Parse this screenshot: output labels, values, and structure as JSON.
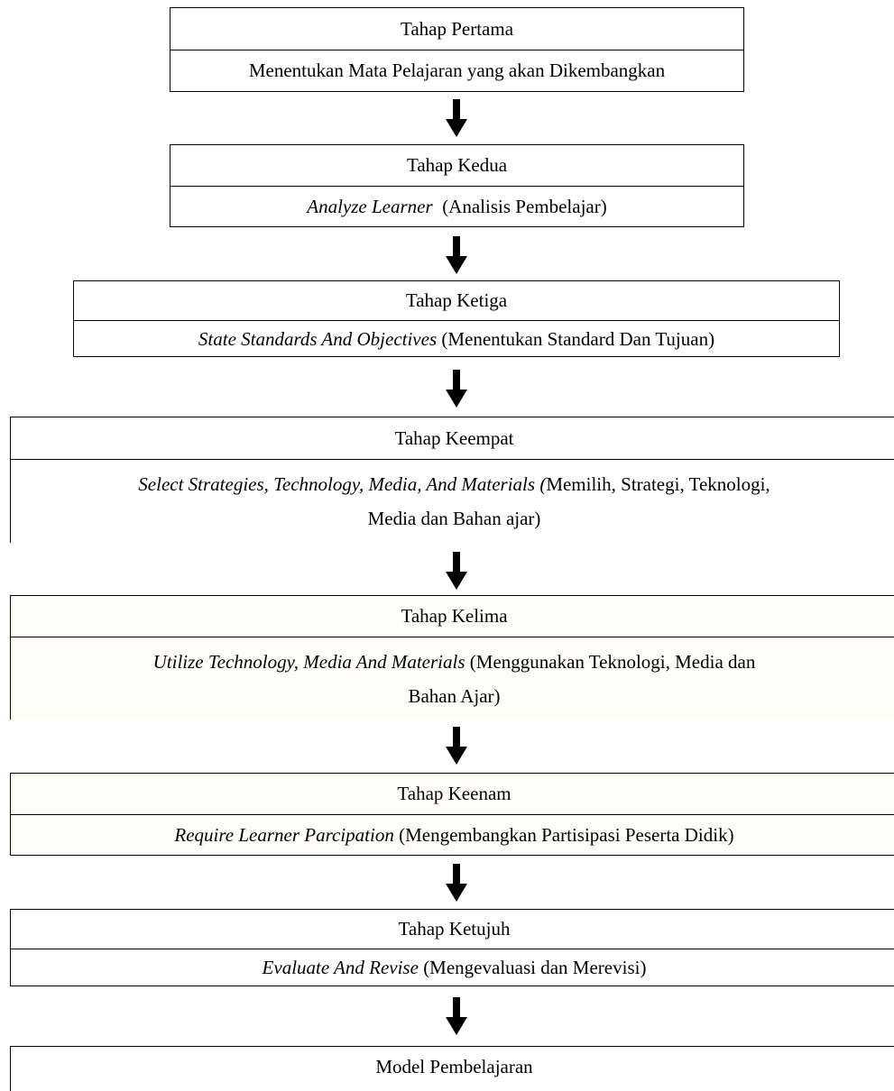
{
  "stages": [
    {
      "title": "Tahap Pertama",
      "desc_italic": "",
      "desc_text": "Menentukan Mata Pelajaran yang akan Dikembangkan",
      "desc_text2": ""
    },
    {
      "title": "Tahap Kedua",
      "desc_italic": "Analyze Learner",
      "desc_text": "(Analisis Pembelajar)",
      "desc_text2": ""
    },
    {
      "title": "Tahap Ketiga",
      "desc_italic": "State Standards And Objectives",
      "desc_text": "(Menentukan Standard Dan Tujuan)",
      "desc_text2": ""
    },
    {
      "title": "Tahap Keempat",
      "desc_italic": "Select Strategies, Technology, Media, And Materials (",
      "desc_text": "Memilih, Strategi, Teknologi,",
      "desc_text2": "Media dan Bahan ajar)"
    },
    {
      "title": "Tahap Kelima",
      "desc_italic": "Utilize Technology, Media And Materials",
      "desc_text": "(Menggunakan Teknologi, Media dan",
      "desc_text2": "Bahan Ajar)"
    },
    {
      "title": "Tahap Keenam",
      "desc_italic": "Require Learner Parcipation",
      "desc_text": "(Mengembangkan Partisipasi Peserta Didik)",
      "desc_text2": ""
    },
    {
      "title": "Tahap Ketujuh",
      "desc_italic": "Evaluate And Revise",
      "desc_text": "(Mengevaluasi dan Merevisi)",
      "desc_text2": ""
    }
  ],
  "final": {
    "title": "Model Pembelajaran"
  }
}
